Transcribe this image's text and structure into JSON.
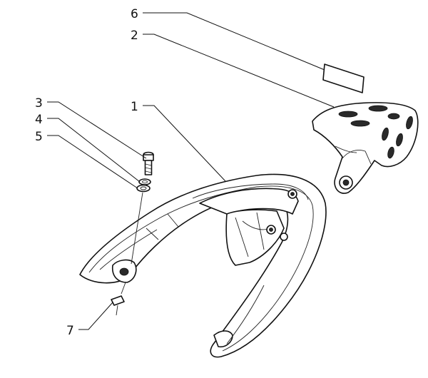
{
  "callouts": [
    {
      "id": "6",
      "label": "6"
    },
    {
      "id": "2",
      "label": "2"
    },
    {
      "id": "3",
      "label": "3"
    },
    {
      "id": "4",
      "label": "4"
    },
    {
      "id": "5",
      "label": "5"
    },
    {
      "id": "1",
      "label": "1"
    },
    {
      "id": "7",
      "label": "7"
    }
  ]
}
